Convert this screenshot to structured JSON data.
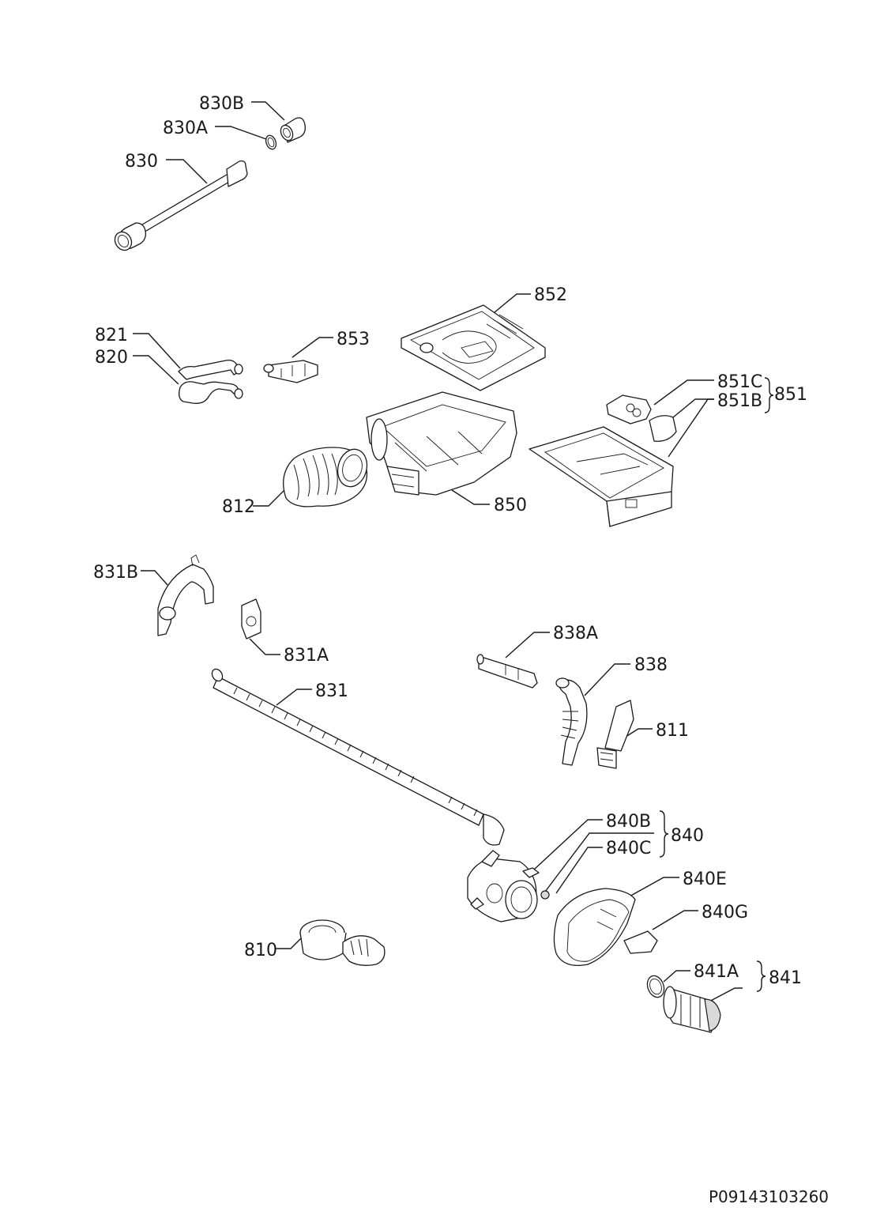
{
  "labels": {
    "l830B": "830B",
    "l830A": "830A",
    "l830": "830",
    "l852": "852",
    "l821": "821",
    "l820": "820",
    "l853": "853",
    "l851C": "851C",
    "l851B": "851B",
    "l851": "851",
    "l812": "812",
    "l850": "850",
    "l831B": "831B",
    "l831A": "831A",
    "l838A": "838A",
    "l838": "838",
    "l831": "831",
    "l811": "811",
    "l840B": "840B",
    "l840": "840",
    "l840C": "840C",
    "l840E": "840E",
    "l840G": "840G",
    "l810": "810",
    "l841A": "841A",
    "l841": "841"
  },
  "footer": {
    "code": "P09143103260"
  }
}
